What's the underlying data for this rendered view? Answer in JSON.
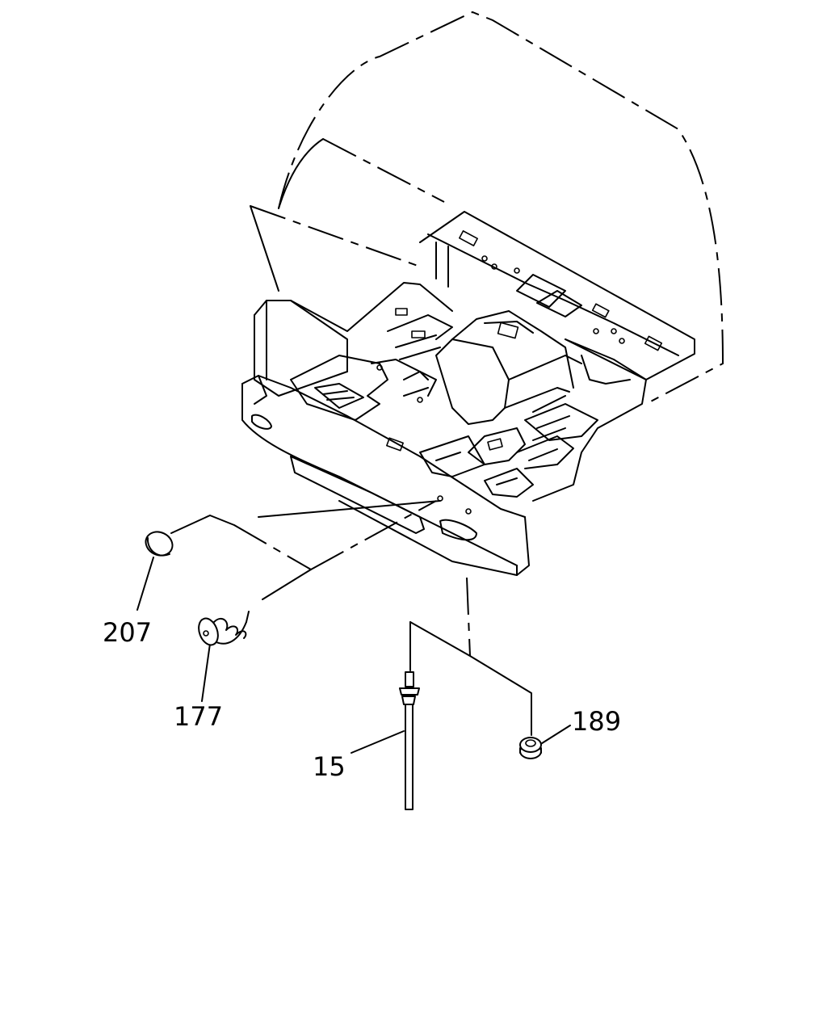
{
  "callouts": {
    "c207": "207",
    "c177": "177",
    "c189": "189",
    "c15": "15"
  }
}
